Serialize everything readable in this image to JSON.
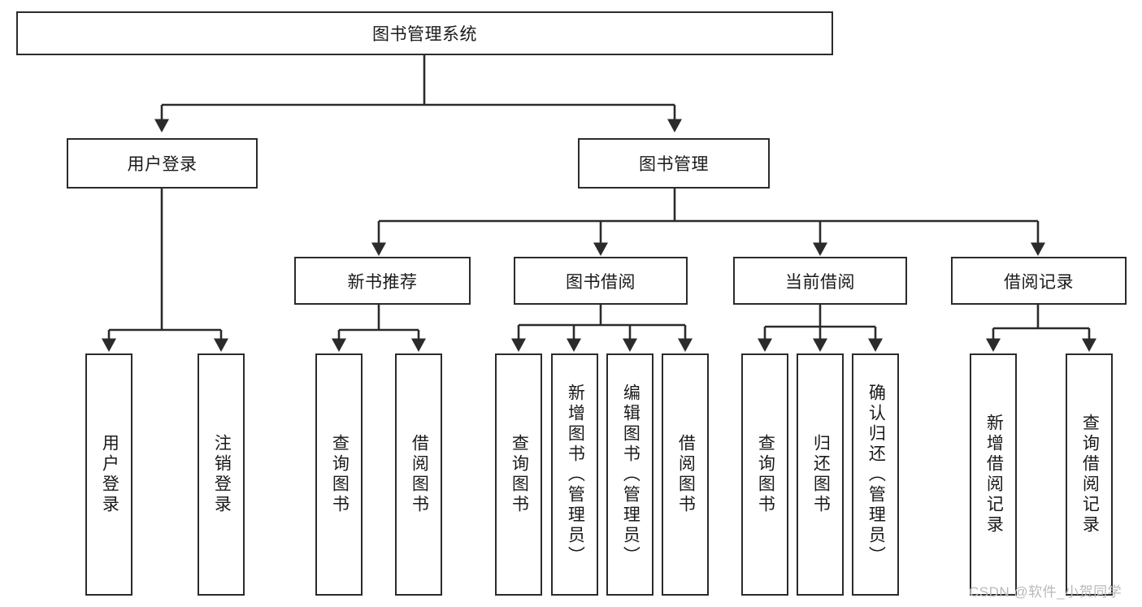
{
  "diagram": {
    "title_node": {
      "label": "图书管理系统"
    },
    "level2": [
      {
        "id": "user-login",
        "label": "用户登录"
      },
      {
        "id": "book-management",
        "label": "图书管理"
      }
    ],
    "level3": [
      {
        "id": "new-book-recommend",
        "label": "新书推荐"
      },
      {
        "id": "book-borrow",
        "label": "图书借阅"
      },
      {
        "id": "current-borrow",
        "label": "当前借阅"
      },
      {
        "id": "borrow-record",
        "label": "借阅记录"
      }
    ],
    "leaves": {
      "user_login": [
        {
          "id": "leaf-user-login",
          "label": "用户登录"
        },
        {
          "id": "leaf-logout-login",
          "label": "注销登录"
        }
      ],
      "new_book_recommend": [
        {
          "id": "leaf-query-book-1",
          "label": "查询图书"
        },
        {
          "id": "leaf-borrow-book-1",
          "label": "借阅图书"
        }
      ],
      "book_borrow": [
        {
          "id": "leaf-query-book-2",
          "label": "查询图书"
        },
        {
          "id": "leaf-add-book",
          "label": "新增图书（管理员）"
        },
        {
          "id": "leaf-edit-book",
          "label": "编辑图书（管理员）"
        },
        {
          "id": "leaf-borrow-book-2",
          "label": "借阅图书"
        }
      ],
      "current_borrow": [
        {
          "id": "leaf-query-book-3",
          "label": "查询图书"
        },
        {
          "id": "leaf-return-book",
          "label": "归还图书"
        },
        {
          "id": "leaf-confirm-return",
          "label": "确认归还（管理员）"
        }
      ],
      "borrow_record": [
        {
          "id": "leaf-add-borrow-record",
          "label": "新增借阅记录"
        },
        {
          "id": "leaf-query-borrow-record",
          "label": "查询借阅记录"
        }
      ]
    },
    "watermark": {
      "text": "CSDN @软件_小贺同学"
    },
    "colors": {
      "stroke": "#2b2b2b",
      "fill": "#ffffff",
      "text": "#1a1a1a",
      "watermark": "#b9b9b9"
    }
  }
}
